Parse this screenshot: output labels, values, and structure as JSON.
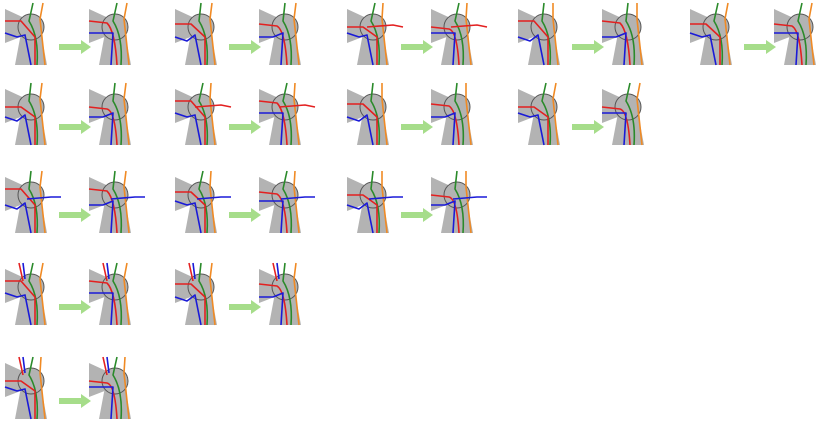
{
  "diagram": {
    "colors": {
      "background": "#ffffff",
      "shape_fill": "#b3b3b3",
      "circle_fill": "#b3b3b3",
      "outline": "#555555",
      "arrow": "#a6dd8a",
      "green": "#2a8a2a",
      "orange": "#f08a24",
      "red": "#e32020",
      "blue": "#1a1ad8"
    },
    "panels": [
      {
        "row": 0,
        "col": 0,
        "variant": 0
      },
      {
        "row": 0,
        "col": 1,
        "variant": 1
      },
      {
        "row": 0,
        "col": 2,
        "variant": 2
      },
      {
        "row": 0,
        "col": 3,
        "variant": 3
      },
      {
        "row": 0,
        "col": 4,
        "variant": 4
      },
      {
        "row": 1,
        "col": 0,
        "variant": 5
      },
      {
        "row": 1,
        "col": 1,
        "variant": 6
      },
      {
        "row": 1,
        "col": 2,
        "variant": 7
      },
      {
        "row": 1,
        "col": 3,
        "variant": 8
      },
      {
        "row": 2,
        "col": 0,
        "variant": 9
      },
      {
        "row": 2,
        "col": 1,
        "variant": 10
      },
      {
        "row": 2,
        "col": 2,
        "variant": 11
      },
      {
        "row": 3,
        "col": 0,
        "variant": 12
      },
      {
        "row": 3,
        "col": 1,
        "variant": 13
      },
      {
        "row": 4,
        "col": 0,
        "variant": 14
      }
    ]
  }
}
